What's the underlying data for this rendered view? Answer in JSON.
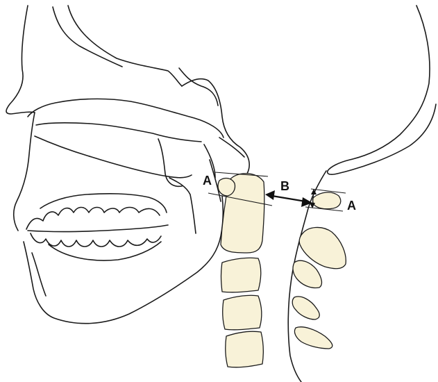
{
  "labels": {
    "a_left": "A",
    "b_mid": "B",
    "a_right": "A"
  },
  "colors": {
    "line": "#1a1a1a",
    "bone_fill": "#f8f2d8",
    "background": "#ffffff"
  }
}
